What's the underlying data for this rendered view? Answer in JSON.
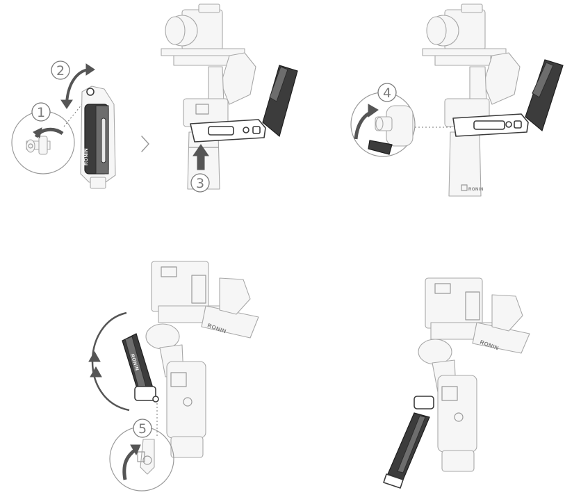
{
  "steps": [
    "1",
    "2",
    "3",
    "4",
    "5"
  ],
  "brand_text": "RONIN",
  "icons": {
    "next": "chevron-right-icon",
    "rotate": "curved-arrow-icon",
    "push": "up-arrow-icon"
  },
  "colors": {
    "line": "#9a9a9a",
    "dark": "#3c3c3c",
    "arrow": "#555555"
  }
}
